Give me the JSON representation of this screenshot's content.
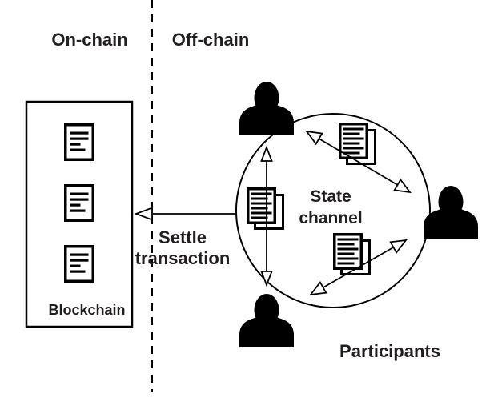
{
  "colors": {
    "background": "#ffffff",
    "stroke": "#000000",
    "text": "#221e1f"
  },
  "labels": {
    "on_chain": "On-chain",
    "off_chain": "Off-chain",
    "blockchain": "Blockchain",
    "settle_line1": "Settle",
    "settle_line2": "transaction",
    "state_line1": "State",
    "state_line2": "channel",
    "participants": "Participants"
  },
  "diagram": {
    "type": "state-channel-architecture",
    "divider": "vertical-dashed-line",
    "on_chain_region": {
      "blockchain_box_documents": 3
    },
    "off_chain_region": {
      "participant_silhouettes": 3,
      "state_document_stacks": 3,
      "double_headed_arrows": 3
    },
    "settle_arrow": "from state-channel circle to blockchain box, open arrowhead pointing left"
  }
}
